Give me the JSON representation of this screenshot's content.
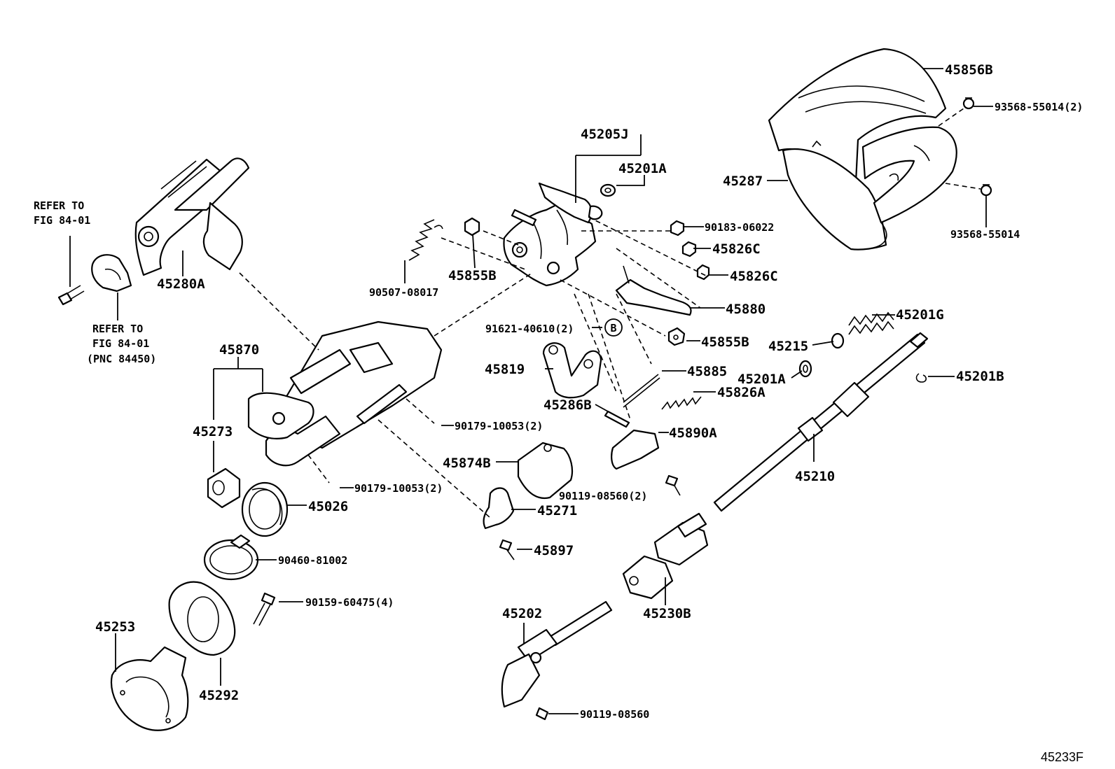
{
  "diagram_code": "45233F",
  "refs": [
    {
      "id": "ref_top",
      "lines": [
        "REFER TO",
        "FIG 84-01"
      ]
    },
    {
      "id": "ref_mid",
      "lines": [
        "REFER TO",
        "FIG 84-01",
        "(PNC 84450)"
      ]
    }
  ],
  "callout": "B",
  "parts": [
    {
      "id": "p45856B",
      "label": "45856B"
    },
    {
      "id": "p93568_2",
      "label": "93568-55014(2)"
    },
    {
      "id": "p45287",
      "label": "45287"
    },
    {
      "id": "p93568",
      "label": "93568-55014"
    },
    {
      "id": "p45205J",
      "label": "45205J"
    },
    {
      "id": "p45201A_top",
      "label": "45201A"
    },
    {
      "id": "p90183",
      "label": "90183-06022"
    },
    {
      "id": "p45826C_a",
      "label": "45826C"
    },
    {
      "id": "p45826C_b",
      "label": "45826C"
    },
    {
      "id": "p45880",
      "label": "45880"
    },
    {
      "id": "p45855B_top",
      "label": "45855B"
    },
    {
      "id": "p90507",
      "label": "90507-08017"
    },
    {
      "id": "p91621",
      "label": "91621-40610(2)"
    },
    {
      "id": "p45855B_mid",
      "label": "45855B"
    },
    {
      "id": "p45201G",
      "label": "45201G"
    },
    {
      "id": "p45215",
      "label": "45215"
    },
    {
      "id": "p45201A_mid",
      "label": "45201A"
    },
    {
      "id": "p45201B",
      "label": "45201B"
    },
    {
      "id": "p45280A",
      "label": "45280A"
    },
    {
      "id": "p45870",
      "label": "45870"
    },
    {
      "id": "p45819",
      "label": "45819"
    },
    {
      "id": "p45885",
      "label": "45885"
    },
    {
      "id": "p45826A",
      "label": "45826A"
    },
    {
      "id": "p45286B",
      "label": "45286B"
    },
    {
      "id": "p45890A",
      "label": "45890A"
    },
    {
      "id": "p45273",
      "label": "45273"
    },
    {
      "id": "p90179_a",
      "label": "90179-10053(2)"
    },
    {
      "id": "p45874B",
      "label": "45874B"
    },
    {
      "id": "p45210",
      "label": "45210"
    },
    {
      "id": "p90179_b",
      "label": "90179-10053(2)"
    },
    {
      "id": "p45026",
      "label": "45026"
    },
    {
      "id": "p90119_2",
      "label": "90119-08560(2)"
    },
    {
      "id": "p45271",
      "label": "45271"
    },
    {
      "id": "p45897",
      "label": "45897"
    },
    {
      "id": "p90460",
      "label": "90460-81002"
    },
    {
      "id": "p90159",
      "label": "90159-60475(4)"
    },
    {
      "id": "p45230B",
      "label": "45230B"
    },
    {
      "id": "p45202",
      "label": "45202"
    },
    {
      "id": "p45253",
      "label": "45253"
    },
    {
      "id": "p45292",
      "label": "45292"
    },
    {
      "id": "p90119",
      "label": "90119-08560"
    }
  ]
}
